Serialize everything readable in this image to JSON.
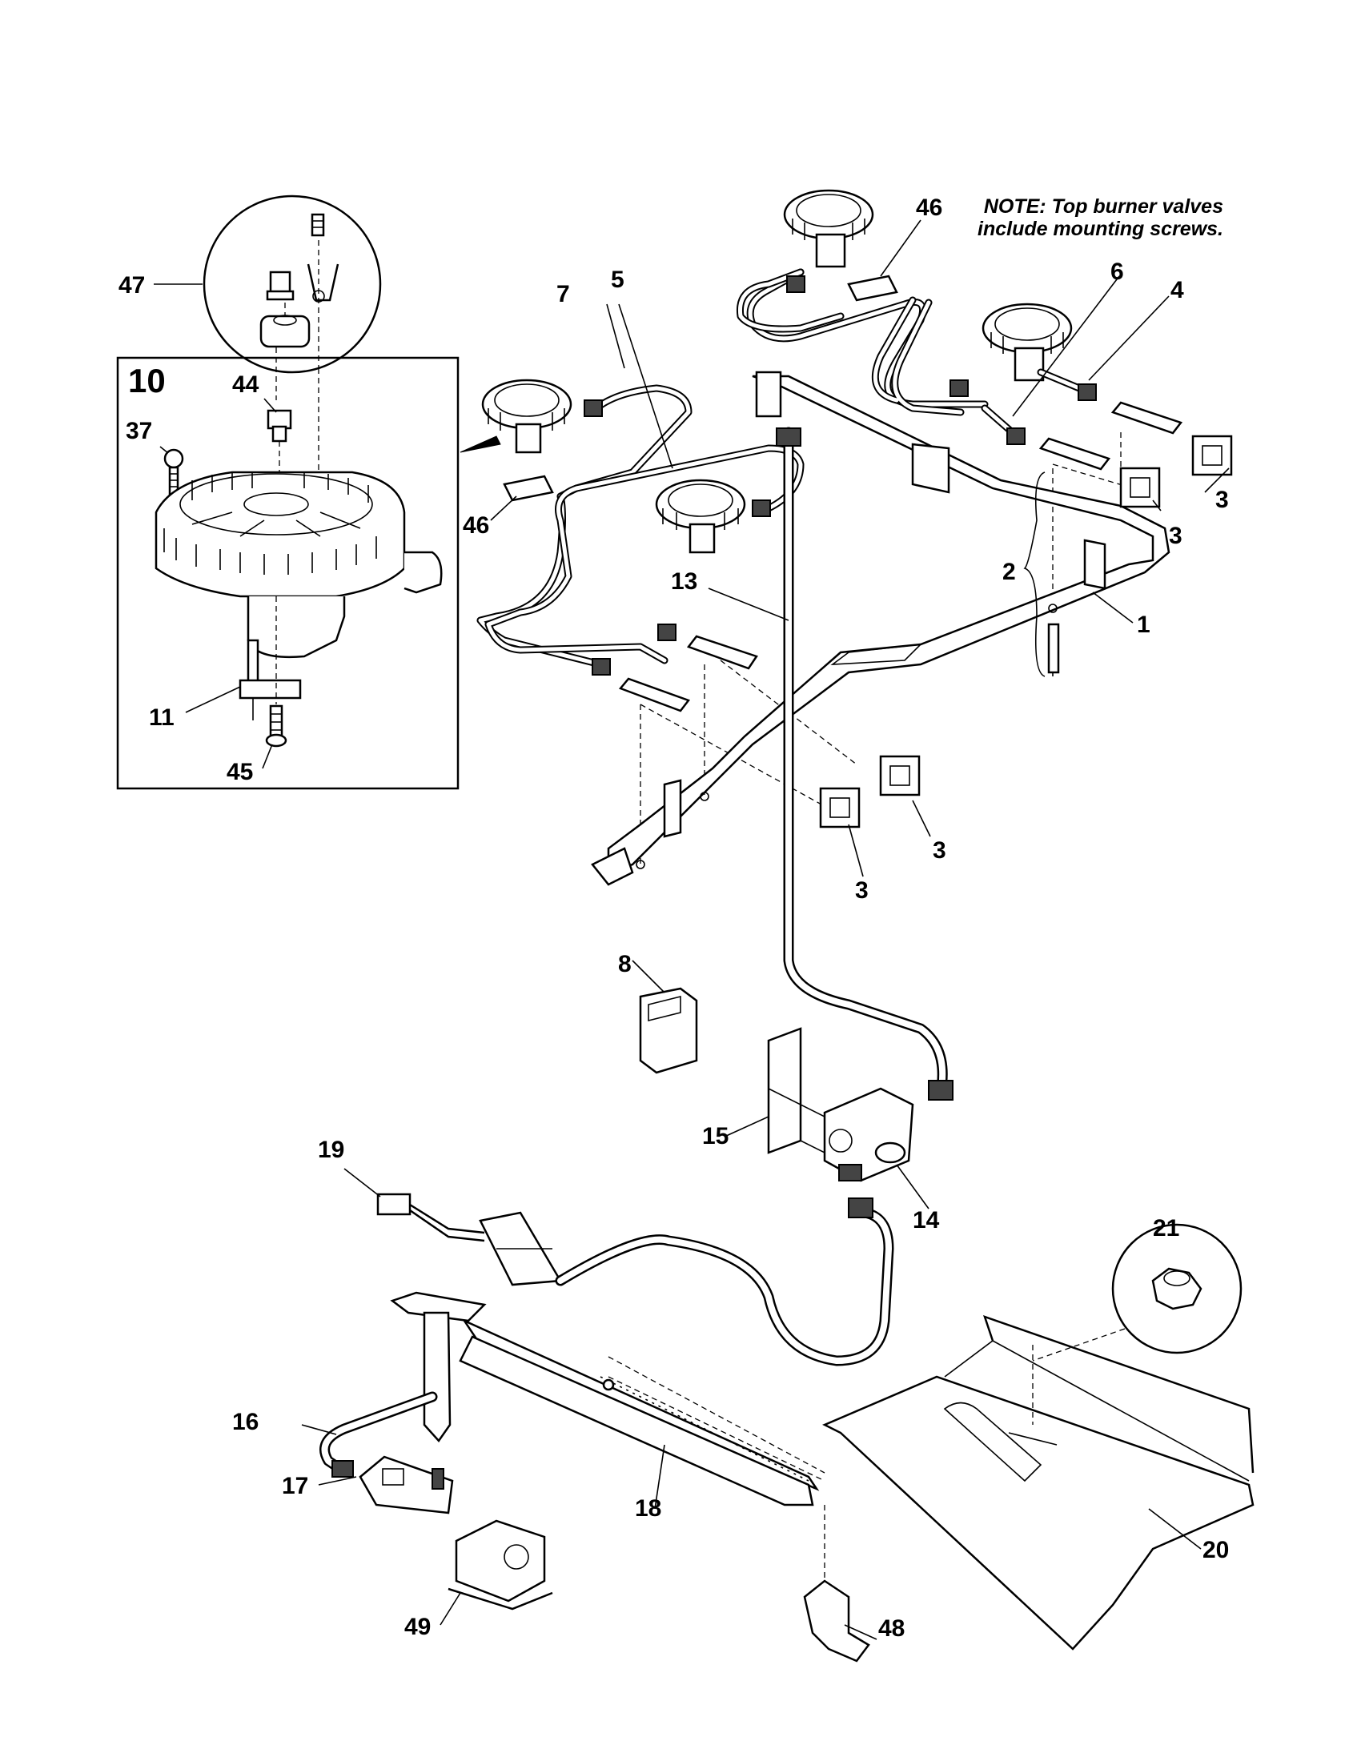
{
  "note": {
    "line1": "NOTE: Top burner valves",
    "line2": "include mounting screws."
  },
  "inset": {
    "number": "10"
  },
  "labels": {
    "l1": "1",
    "l2": "2",
    "l3a": "3",
    "l3b": "3",
    "l3c": "3",
    "l3d": "3",
    "l4": "4",
    "l5": "5",
    "l6": "6",
    "l7": "7",
    "l8": "8",
    "l11": "11",
    "l13": "13",
    "l14": "14",
    "l15": "15",
    "l16": "16",
    "l17": "17",
    "l18": "18",
    "l19": "19",
    "l20": "20",
    "l21": "21",
    "l37": "37",
    "l44": "44",
    "l45": "45",
    "l46a": "46",
    "l46b": "46",
    "l47": "47",
    "l48": "48",
    "l49": "49"
  }
}
